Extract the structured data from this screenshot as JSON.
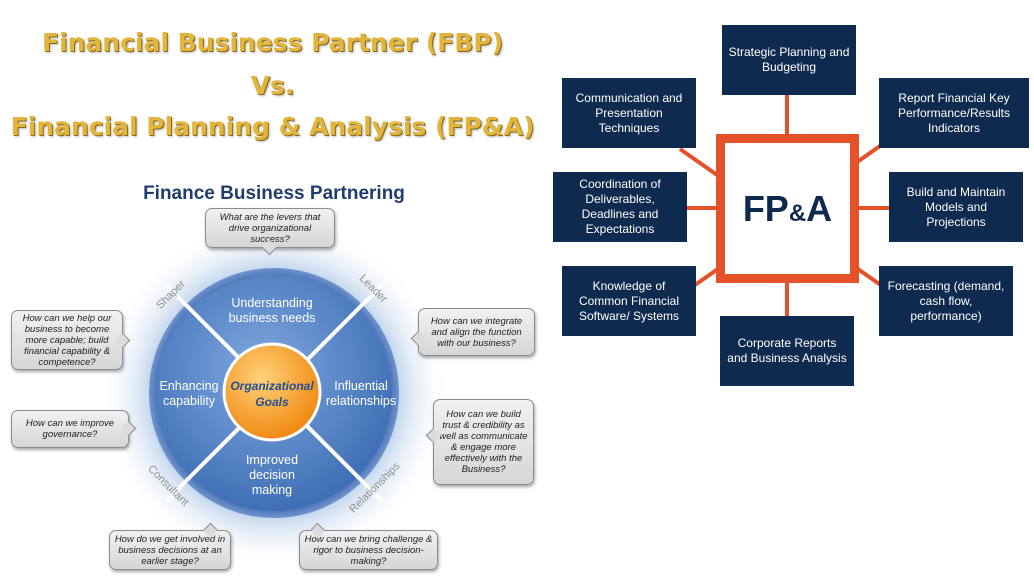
{
  "title": {
    "line1": "Financial Business Partner (FBP)",
    "line2": "Vs.",
    "line3": "Financial Planning & Analysis (FP&A)"
  },
  "fbp": {
    "heading": "Finance Business Partnering",
    "center_line1": "Organizational",
    "center_line2": "Goals",
    "quadrants": {
      "top_line1": "Understanding",
      "top_line2": "business needs",
      "left_line1": "Enhancing",
      "left_line2": "capability",
      "right_line1": "Influential",
      "right_line2": "relationships",
      "bottom_line1": "Improved",
      "bottom_line2": "decision",
      "bottom_line3": "making"
    },
    "roles": {
      "shaper": "Shaper",
      "leader": "Leader",
      "consultant": "Consultant",
      "relationships": "Relationships"
    },
    "questions": {
      "q1": "What are the levers that drive organizational success?",
      "q2": "How can we help our business to become more capable; build financial capability & competence?",
      "q3": "How can we integrate and align the function with our business?",
      "q4": "How can we improve governance?",
      "q5": "How can we build trust & credibility as well as communicate & engage more effectively with the Business?",
      "q6": "How do we get involved in business decisions at an earlier stage?",
      "q7": "How can we bring challenge & rigor to business decision-making?"
    }
  },
  "fpa": {
    "center_label_1": "FP",
    "center_label_2": "&",
    "center_label_3": "A",
    "colors": {
      "box": "#0e2a4f",
      "accent": "#e5522a"
    },
    "boxes": {
      "strategic": "Strategic Planning and Budgeting",
      "communication": "Communication and Presentation Techniques",
      "report_kpi": "Report Financial Key Performance/Results Indicators",
      "coordination": "Coordination of Deliverables, Deadlines and Expectations",
      "build_models": "Build and Maintain Models and Projections",
      "knowledge": "Knowledge of Common Financial Software/ Systems",
      "forecasting": "Forecasting (demand, cash flow, performance)",
      "corporate_reports": "Corporate Reports and Business Analysis"
    }
  }
}
